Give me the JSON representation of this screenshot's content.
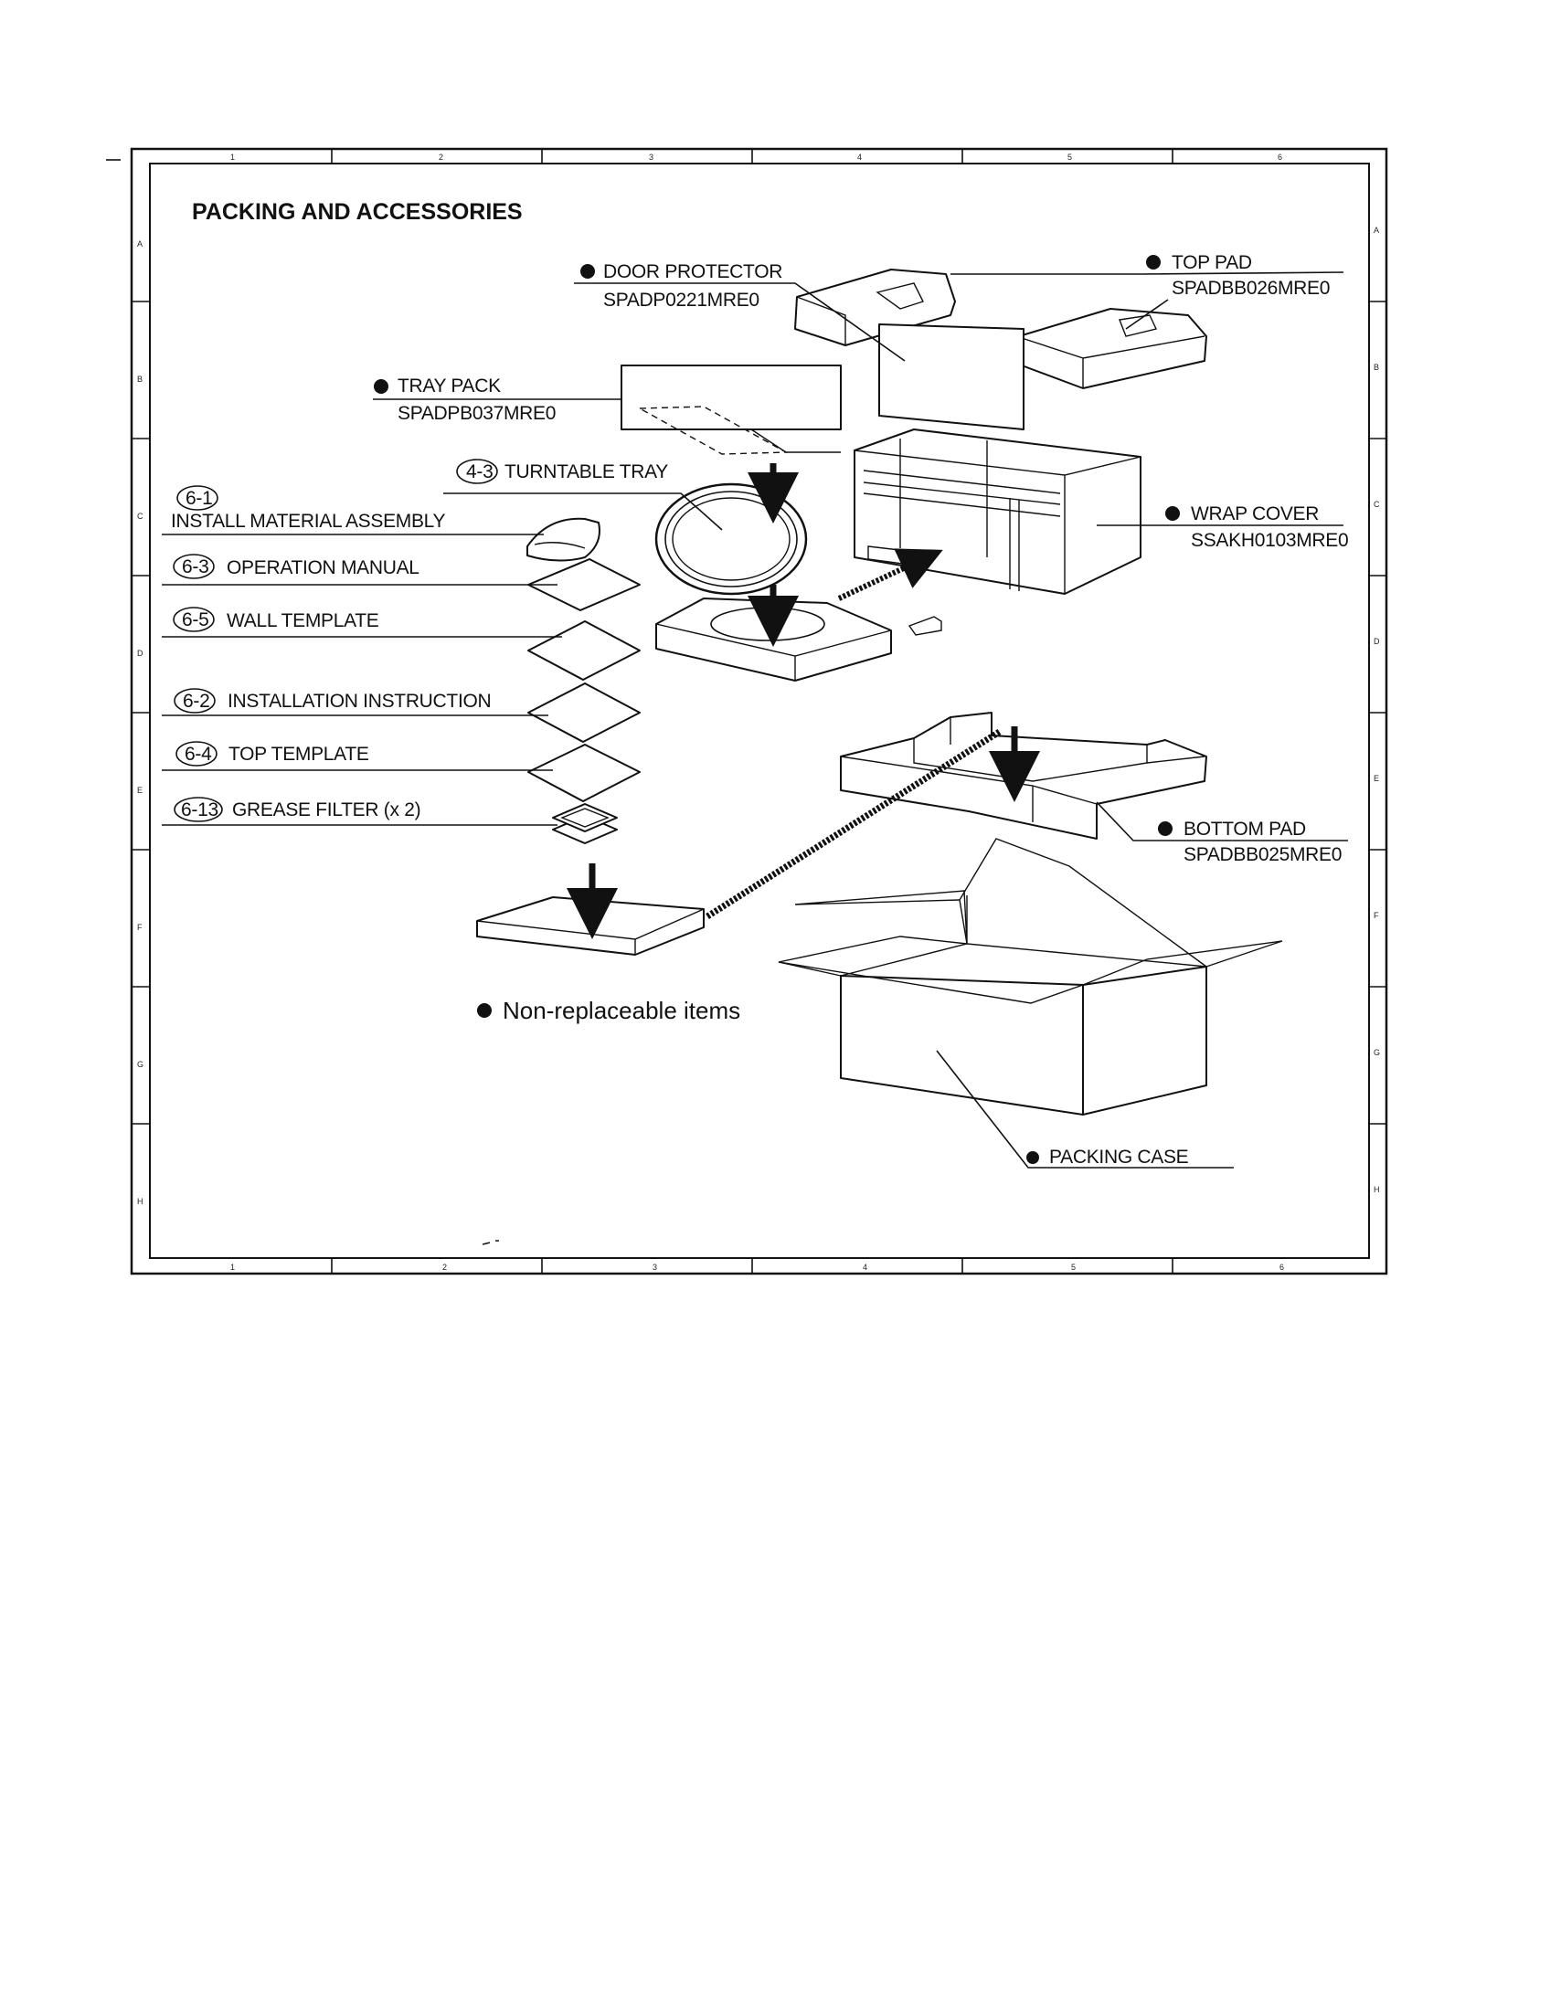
{
  "title": "PACKING AND ACCESSORIES",
  "legend": "Non-replaceable items",
  "frame": {
    "column_ticks": [
      "1",
      "2",
      "3",
      "4",
      "5",
      "6"
    ],
    "row_ticks": [
      "A",
      "B",
      "C",
      "D",
      "E",
      "F",
      "G",
      "H"
    ]
  },
  "labels": {
    "door_protector": {
      "name": "DOOR PROTECTOR",
      "part": "SPADP0221MRE0"
    },
    "top_pad": {
      "name": "TOP PAD",
      "part": "SPADBB026MRE0"
    },
    "tray_pack": {
      "name": "TRAY PACK",
      "part": "SPADPB037MRE0"
    },
    "turntable_tray": {
      "ref": "4-3",
      "name": "TURNTABLE TRAY"
    },
    "install_material": {
      "ref": "6-1",
      "name": "INSTALL MATERIAL ASSEMBLY"
    },
    "operation_manual": {
      "ref": "6-3",
      "name": "OPERATION MANUAL"
    },
    "wall_template": {
      "ref": "6-5",
      "name": "WALL TEMPLATE"
    },
    "installation_instruction": {
      "ref": "6-2",
      "name": "INSTALLATION INSTRUCTION"
    },
    "top_template": {
      "ref": "6-4",
      "name": "TOP TEMPLATE"
    },
    "grease_filter": {
      "ref": "6-13",
      "name": "GREASE FILTER (x 2)"
    },
    "wrap_cover": {
      "name": "WRAP COVER",
      "part": "SSAKH0103MRE0"
    },
    "bottom_pad": {
      "name": "BOTTOM PAD",
      "part": "SPADBB025MRE0"
    },
    "packing_case": {
      "name": "PACKING CASE"
    }
  }
}
